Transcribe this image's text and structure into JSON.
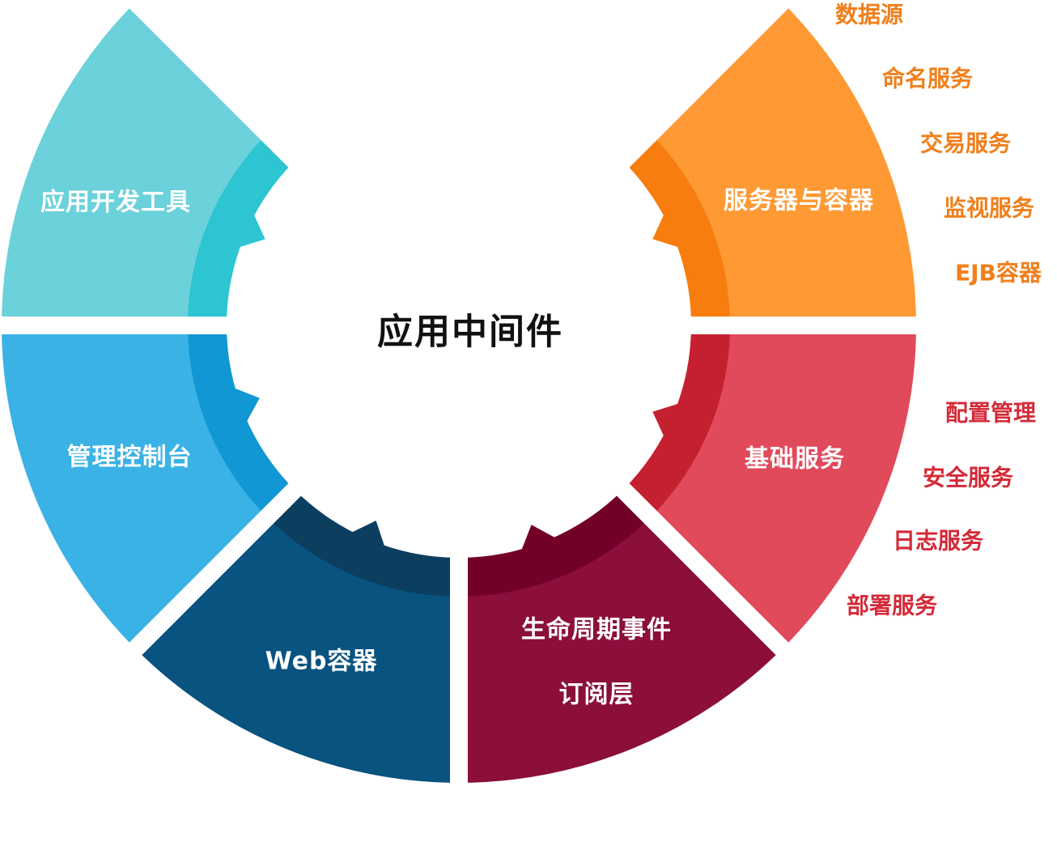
{
  "diagram": {
    "center_label": "应用中间件",
    "segments": [
      {
        "lines": [
          "应用开发工具"
        ],
        "color": "#6BD1DB",
        "inner_color": "#2DC5D2"
      },
      {
        "lines": [
          "管理控制台"
        ],
        "color": "#3AB2E6",
        "inner_color": "#1197D3"
      },
      {
        "lines": [
          "Web容器"
        ],
        "color": "#08537F",
        "inner_color": "#0C3E60"
      },
      {
        "lines": [
          "生命周期事件",
          "订阅层"
        ],
        "color": "#8B0E3B",
        "inner_color": "#720029"
      },
      {
        "lines": [
          "基础服务"
        ],
        "color": "#E14A5A",
        "inner_color": "#C52030"
      },
      {
        "lines": [
          "服务器与容器"
        ],
        "color": "#FF9934",
        "inner_color": "#F77D0E"
      }
    ],
    "server_container_items": {
      "color": "#F07F1B",
      "items": [
        "数据源",
        "命名服务",
        "交易服务",
        "监视服务",
        "EJB容器"
      ]
    },
    "basic_service_items": {
      "color": "#D42A38",
      "items": [
        "配置管理",
        "安全服务",
        "日志服务",
        "部署服务"
      ]
    }
  }
}
